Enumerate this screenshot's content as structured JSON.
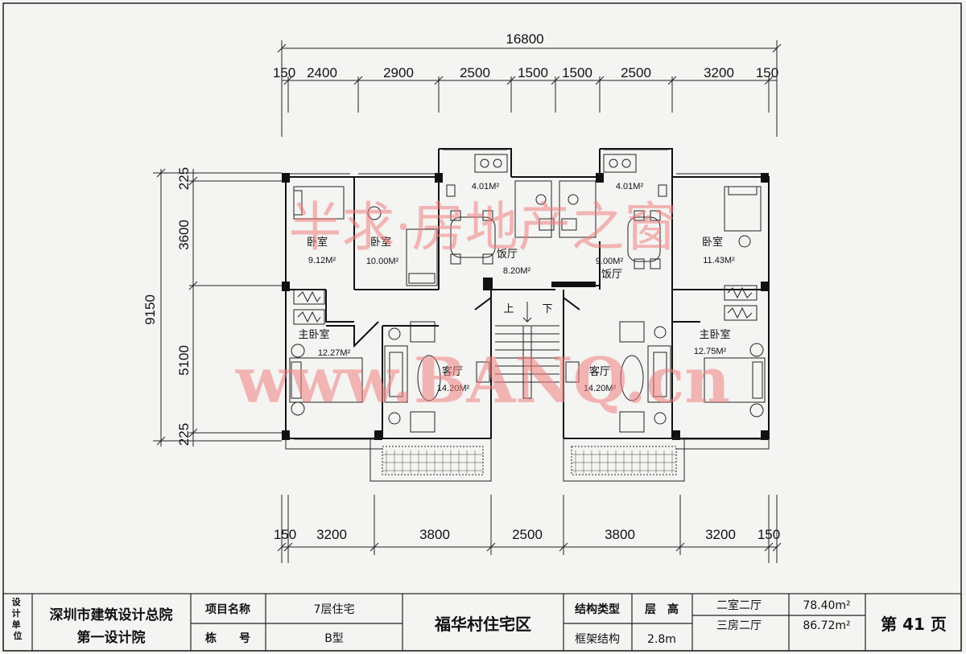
{
  "dims": {
    "top_total": "16800",
    "top_segments": [
      "150",
      "2400",
      "2900",
      "2500",
      "1500",
      "1500",
      "2500",
      "3200",
      "150"
    ],
    "bottom_segments": [
      "150",
      "3200",
      "3800",
      "2500",
      "3800",
      "3200",
      "150"
    ],
    "left_total": "9150",
    "left_segments": [
      "225",
      "3600",
      "5100",
      "225"
    ]
  },
  "rooms": {
    "bedroom1": {
      "name": "卧室",
      "area": "9.12M²"
    },
    "bedroom2": {
      "name": "卧室",
      "area": "10.00M²"
    },
    "kitchen_l": {
      "area": "4.01M²"
    },
    "dining_l": {
      "name": "饭厅",
      "area": "8.20M²"
    },
    "kitchen_r": {
      "area": "4.01M²"
    },
    "dining_r": {
      "name": "饭厅",
      "area": "9.00M²"
    },
    "bedroom3": {
      "name": "卧室",
      "area": "11.43M²"
    },
    "master_l": {
      "name": "主卧室",
      "area": "12.27M²"
    },
    "master_r": {
      "name": "主卧室",
      "area": "12.75M²"
    },
    "living_l": {
      "name": "客厅",
      "area": "14.20M²"
    },
    "living_r": {
      "name": "客厅",
      "area": "14.20M²"
    },
    "stair_up": "上",
    "stair_down": "下"
  },
  "watermark": {
    "line1": "半求·房地产之窗",
    "line2": "www.BANQ.cn"
  },
  "title_block": {
    "design_unit_label": "设计单位",
    "company_line1": "深圳市建筑设计总院",
    "company_line2": "第一设计院",
    "project_name_label": "项目名称",
    "project_name_value": "7层住宅",
    "building_no_label": "栋　　号",
    "building_no_value": "B型",
    "district": "福华村住宅区",
    "structure_type_label": "结构类型",
    "structure_type_value": "框架结构",
    "floor_height_label": "层　高",
    "floor_height_value": "2.8m",
    "unit_a": "二室二厅",
    "unit_a_area": "78.40m²",
    "unit_b": "三房二厅",
    "unit_b_area": "86.72m²",
    "page": "第 41 页"
  }
}
